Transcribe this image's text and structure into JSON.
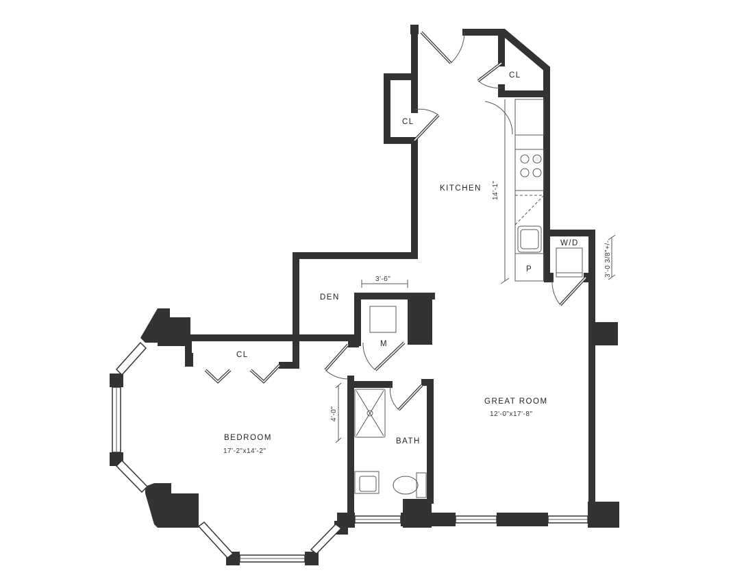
{
  "rooms": {
    "kitchen": {
      "label": "KITCHEN",
      "dimension": "14'-1\""
    },
    "kitchen_closet": {
      "label": "CL"
    },
    "entry_closet": {
      "label": "CL"
    },
    "washer_dryer": {
      "label": "W/D",
      "dimension": "3'-0 3/8\"+/-"
    },
    "pantry": {
      "label": "P"
    },
    "den": {
      "label": "DEN"
    },
    "mech": {
      "label": "M",
      "dimension": "3'-6\""
    },
    "bedroom_closet": {
      "label": "CL"
    },
    "great_room": {
      "label": "GREAT ROOM",
      "size": "12'-0\"x17'-8\""
    },
    "bedroom": {
      "label": "BEDROOM",
      "size": "17'-2\"x14'-2\""
    },
    "bath": {
      "label": "BATH",
      "shower_dimension": "4'-0\""
    }
  },
  "colors": {
    "wall": "#333333",
    "background": "#ffffff"
  }
}
